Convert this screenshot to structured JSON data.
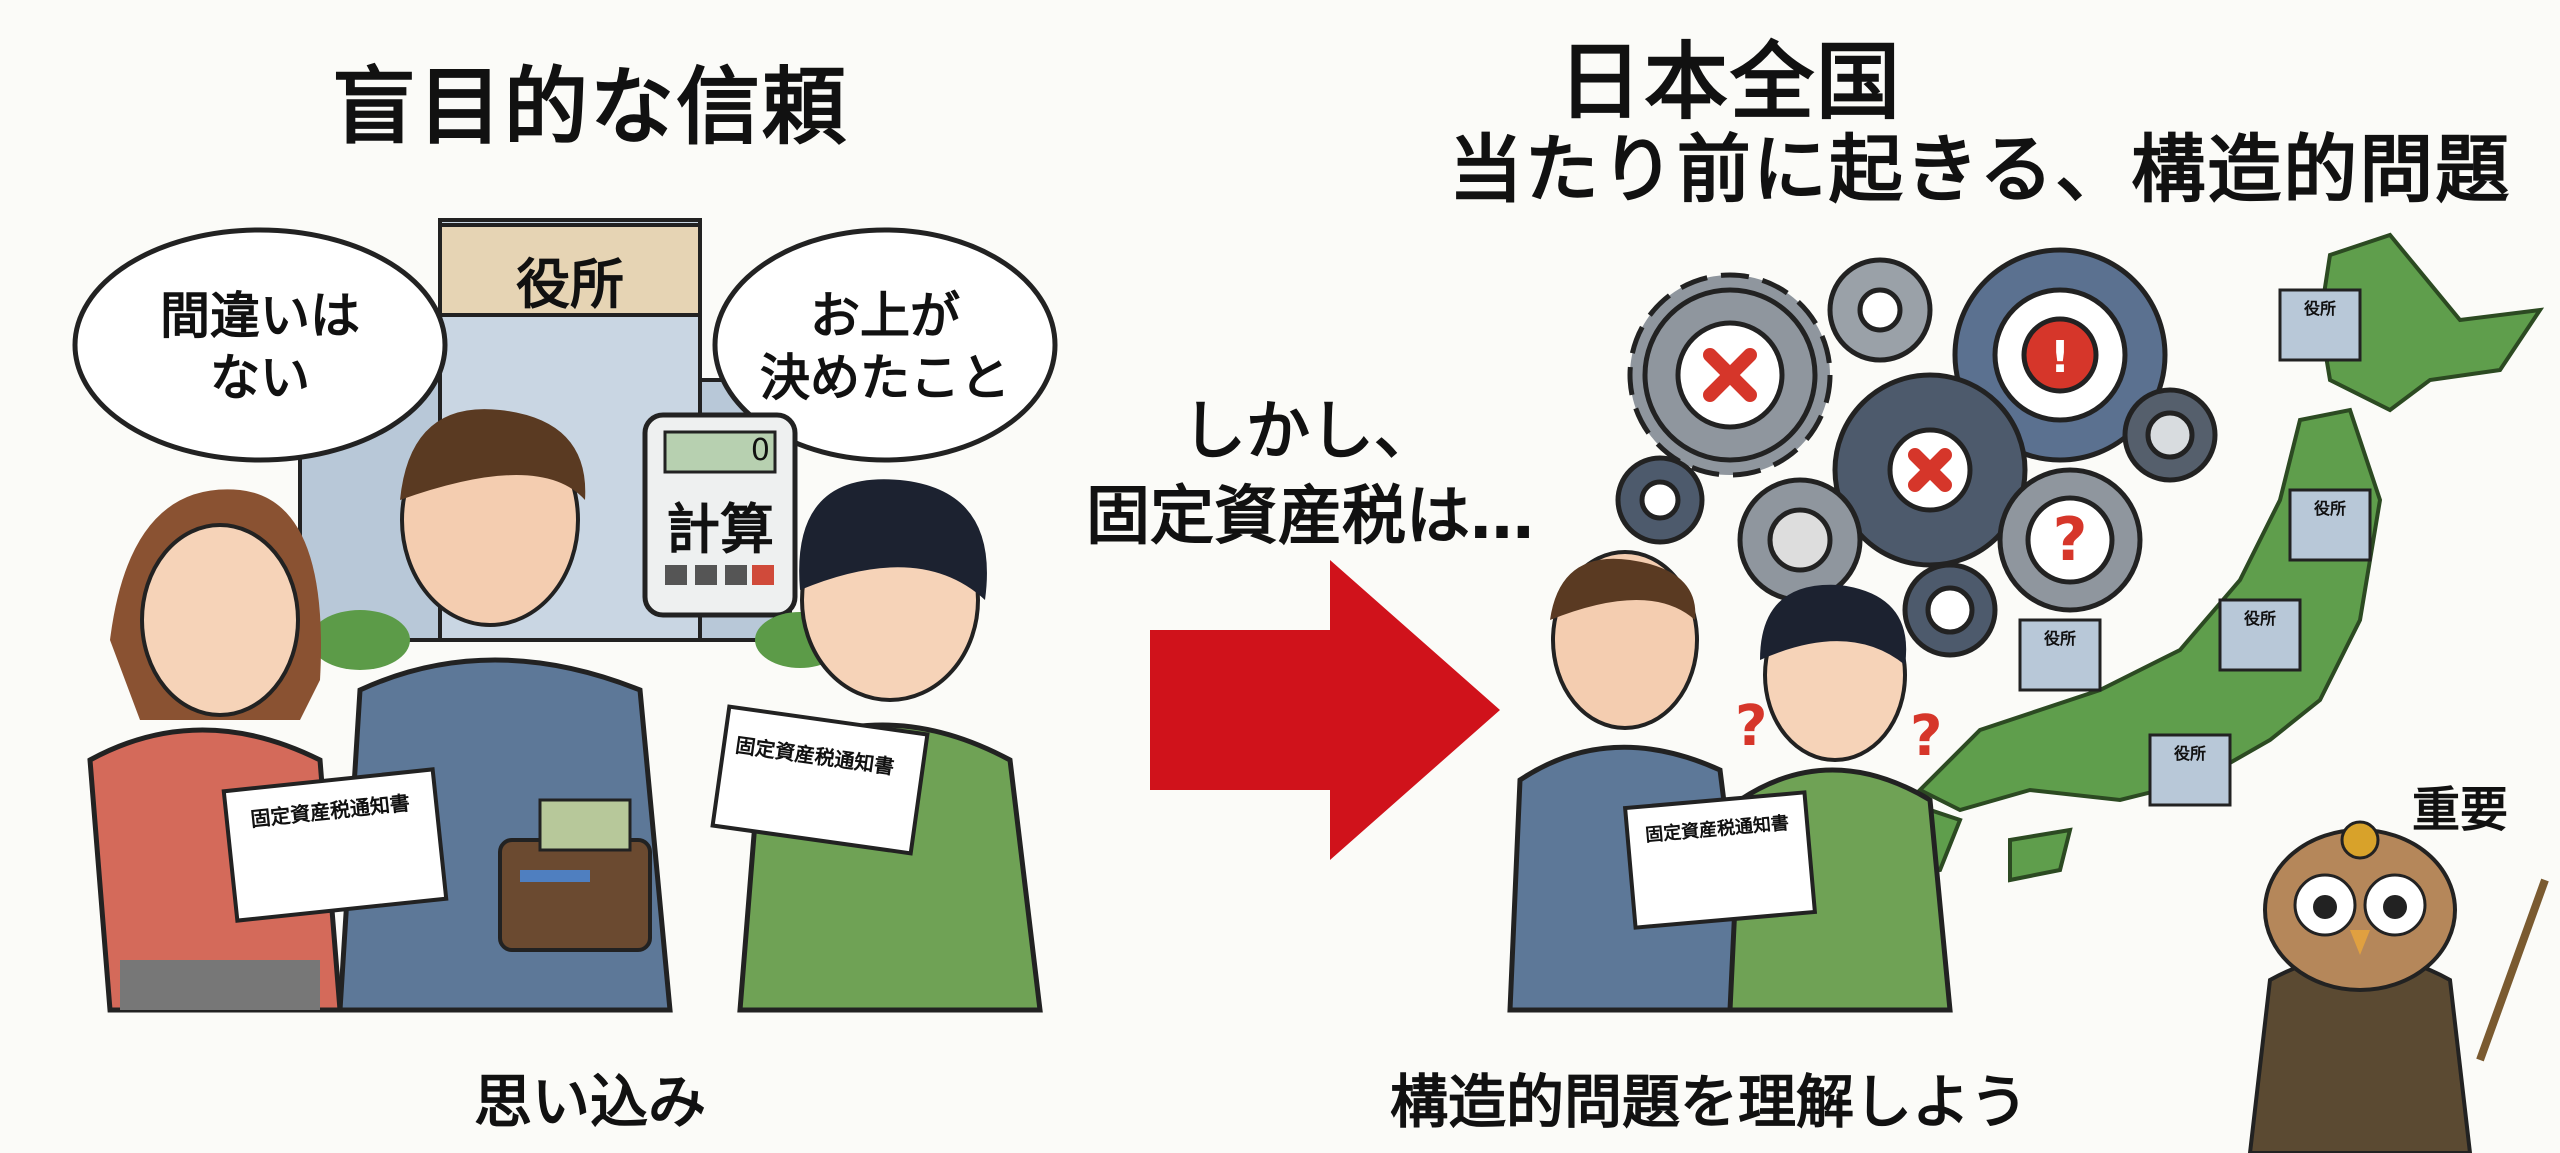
{
  "left_panel": {
    "title": "盲目的な信頼",
    "building_sign": "役所",
    "bubble_left": [
      "間違いは",
      "ない"
    ],
    "bubble_right": [
      "お上が",
      "決めたこと"
    ],
    "calculator": {
      "display": "0",
      "label": "計算"
    },
    "notice_labels": [
      "固定資産税通知書",
      "固定資産税通知書"
    ],
    "caption": "思い込み"
  },
  "middle": {
    "line1": "しかし、",
    "line2": "固定資産税は…",
    "arrow_color": "#d0121b"
  },
  "right_panel": {
    "title_line1": "日本全国",
    "title_line2": "当たり前に起きる、構造的問題",
    "notice_label": "固定資産税通知書",
    "map_building_labels": [
      "役所",
      "役所",
      "役所",
      "役所",
      "役所"
    ],
    "important_label": "重要",
    "caption": "構造的問題を理解しよう",
    "map_color": "#5f9e4c"
  }
}
